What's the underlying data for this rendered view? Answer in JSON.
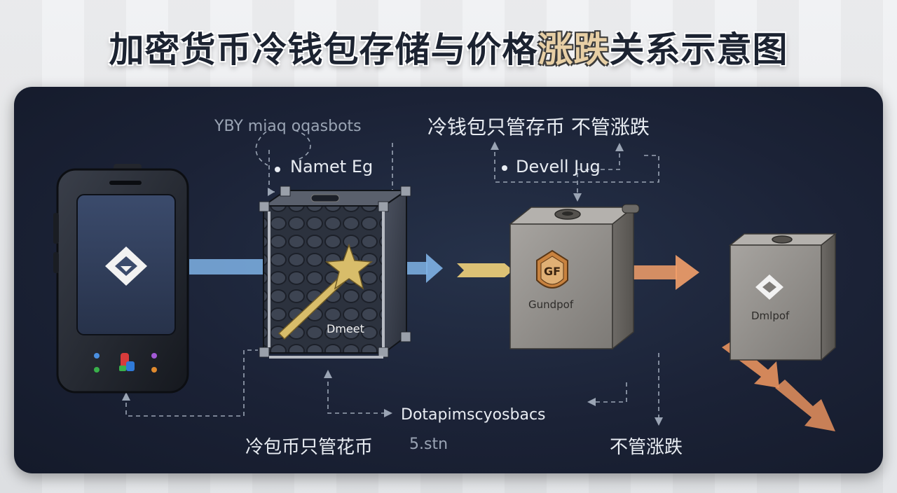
{
  "title": {
    "part1": "加密货币冷钱包存储与价格",
    "highlight": "涨跌",
    "part2": "关系示意图"
  },
  "labels": {
    "top_left": "YBY miaq oqasbots",
    "namet": "Namet Eg",
    "cold_wallet_top": "冷钱包只管存币 不管涨跌",
    "devell": "Devell Jug",
    "vault_label": "Dmeet",
    "safe_logo": "GF",
    "safe_label": "Gundpof",
    "small_box_label": "Dmlpof",
    "bottom_mid": "Dotapimscyosbacs",
    "bottom_left": "冷包币只管花币",
    "bottom_left_small": "5.stn",
    "bottom_right": "不管涨跌"
  },
  "colors": {
    "arrow_blue": "#7fb3e6",
    "arrow_yellow": "#f1d27a",
    "arrow_orange": "#f3a06a",
    "arrow_down": "#e8925e",
    "panel_bg": "#1b2236"
  }
}
